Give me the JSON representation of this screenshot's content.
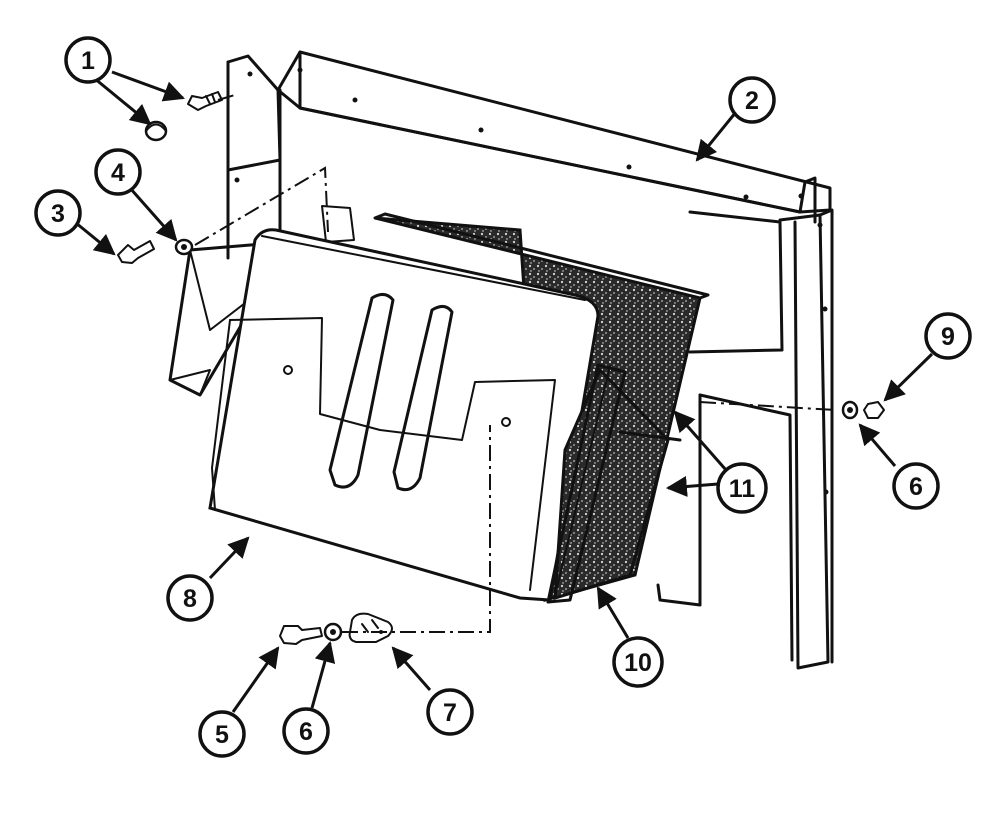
{
  "callouts": [
    {
      "id": "1",
      "label": "1"
    },
    {
      "id": "2",
      "label": "2"
    },
    {
      "id": "3",
      "label": "3"
    },
    {
      "id": "4",
      "label": "4"
    },
    {
      "id": "5",
      "label": "5"
    },
    {
      "id": "6a",
      "label": "6"
    },
    {
      "id": "6b",
      "label": "6"
    },
    {
      "id": "7",
      "label": "7"
    },
    {
      "id": "8",
      "label": "8"
    },
    {
      "id": "9",
      "label": "9"
    },
    {
      "id": "10",
      "label": "10"
    },
    {
      "id": "11",
      "label": "11"
    }
  ]
}
